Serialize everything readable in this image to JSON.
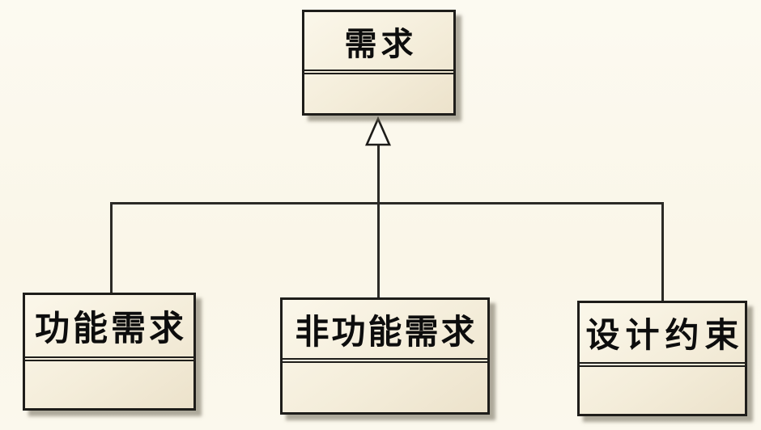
{
  "diagram": {
    "type": "uml-class-diagram",
    "relationship": "generalization",
    "classes": {
      "parent": {
        "label": "需求"
      },
      "children": [
        {
          "label": "功能需求"
        },
        {
          "label": "非功能需求"
        },
        {
          "label": "设计约束"
        }
      ]
    },
    "colors": {
      "background": "#fbf8ec",
      "box_fill_light": "#fbf7ea",
      "box_fill_dark": "#ece2cb",
      "border": "#1e1d1a",
      "line": "#2b2a26",
      "shadow": "#6e6858",
      "arrowhead_fill": "#fdfcf5"
    }
  }
}
